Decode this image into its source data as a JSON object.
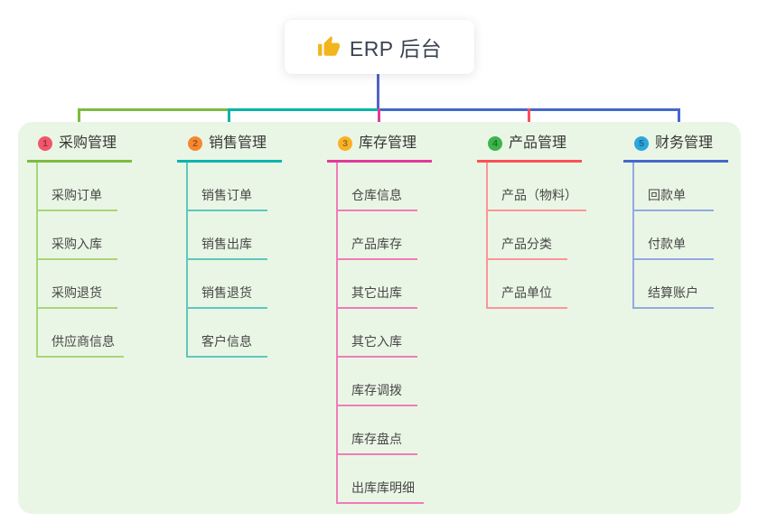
{
  "root": {
    "title": "ERP 后台",
    "icon": "thumbs-up-icon"
  },
  "connector": {
    "root_color": "#5363c6"
  },
  "panel": {
    "bg": "#eaf6e5"
  },
  "branches": [
    {
      "badge": "1",
      "badge_color": "#f2566b",
      "label": "采购管理",
      "color": "#7cbb3f",
      "light_color": "#a9d678",
      "children": [
        "采购订单",
        "采购入库",
        "采购退货",
        "供应商信息"
      ]
    },
    {
      "badge": "2",
      "badge_color": "#f8872f",
      "label": "销售管理",
      "color": "#00b5ab",
      "light_color": "#5fc7be",
      "children": [
        "销售订单",
        "销售出库",
        "销售退货",
        "客户信息"
      ]
    },
    {
      "badge": "3",
      "badge_color": "#f9b226",
      "label": "库存管理",
      "color": "#e03a9a",
      "light_color": "#ef7cba",
      "children": [
        "仓库信息",
        "产品库存",
        "其它出库",
        "其它入库",
        "库存调拨",
        "库存盘点",
        "出库库明细"
      ]
    },
    {
      "badge": "4",
      "badge_color": "#3db54a",
      "label": "产品管理",
      "color": "#fa5055",
      "light_color": "#fb9598",
      "children": [
        "产品（物料）",
        "产品分类",
        "产品单位"
      ]
    },
    {
      "badge": "5",
      "badge_color": "#2ba7dd",
      "label": "财务管理",
      "color": "#4468cb",
      "light_color": "#93a9e2",
      "children": [
        "回款单",
        "付款单",
        "结算账户"
      ]
    }
  ]
}
